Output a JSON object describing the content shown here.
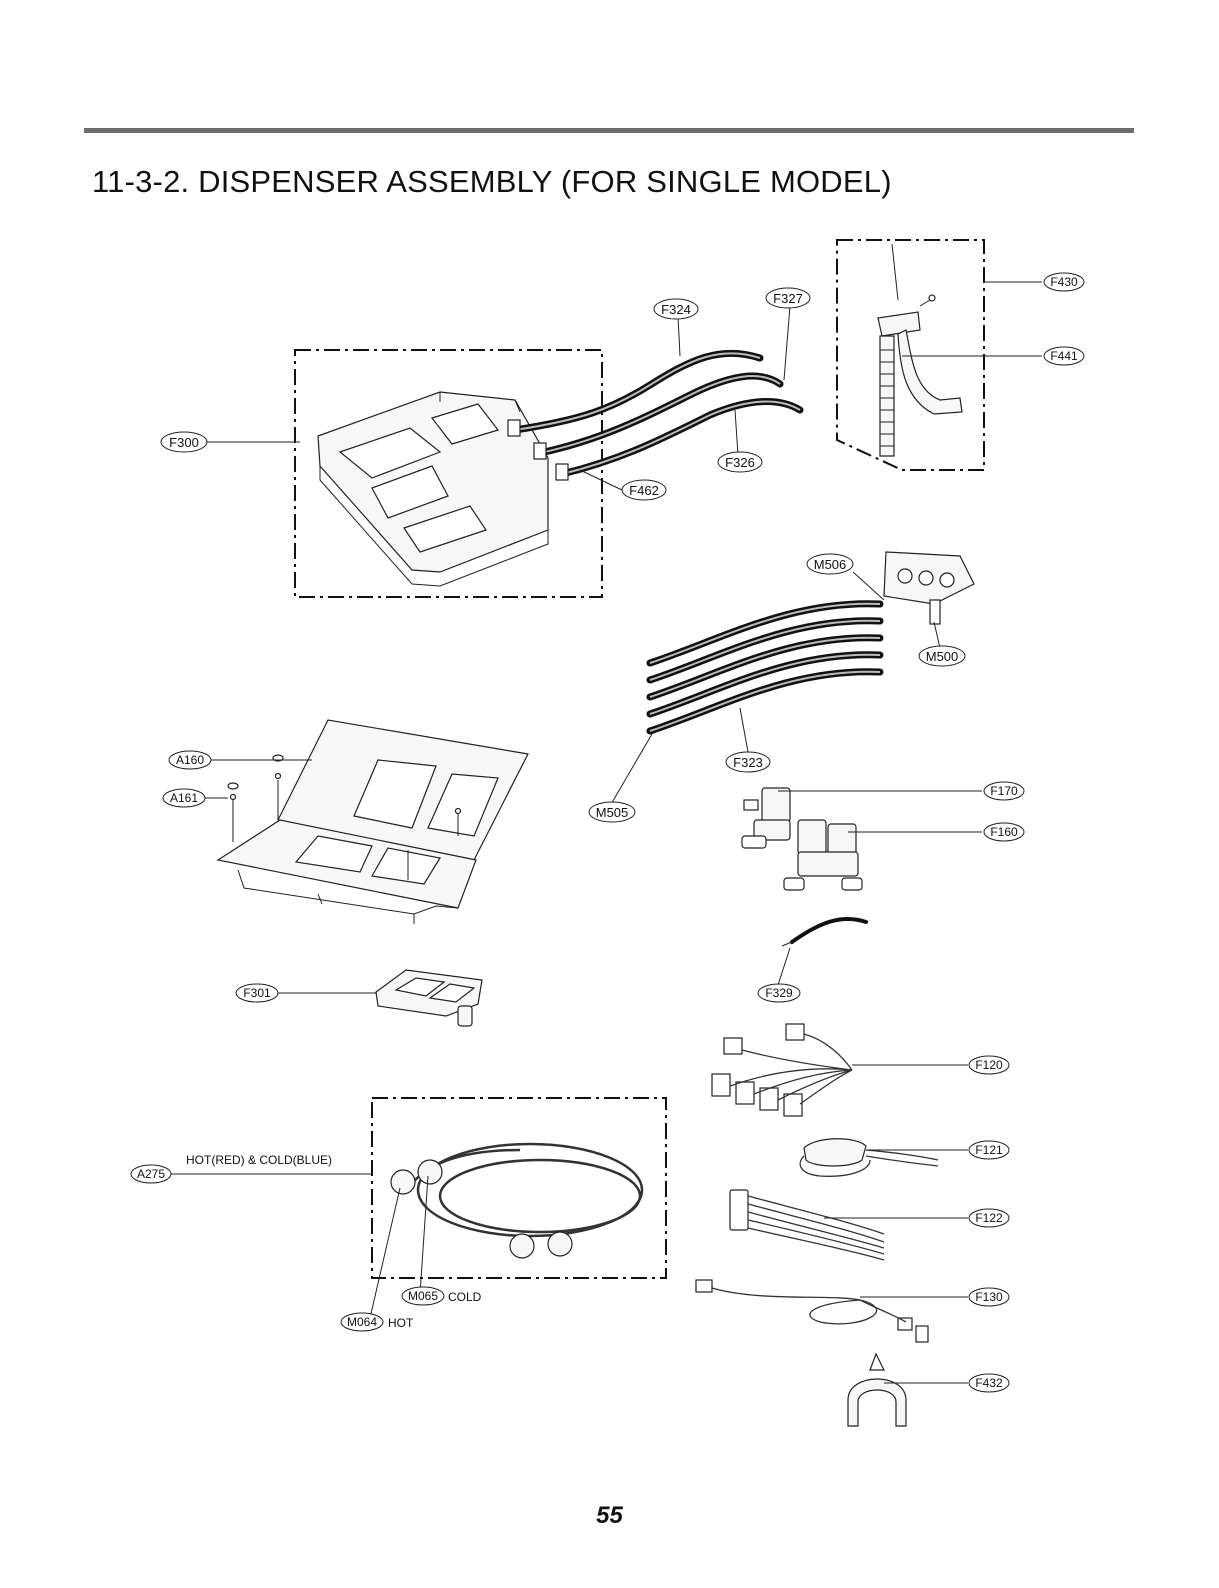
{
  "title": "11-3-2. DISPENSER ASSEMBLY (FOR SINGLE MODEL)",
  "page_number": "55",
  "labels": {
    "F430": "F430",
    "F441": "F441",
    "F324": "F324",
    "F327": "F327",
    "F300": "F300",
    "F326": "F326",
    "F462": "F462",
    "M506": "M506",
    "M500": "M500",
    "A160": "A160",
    "A161": "A161",
    "F323": "F323",
    "M505": "M505",
    "F170": "F170",
    "F160": "F160",
    "F301": "F301",
    "F329": "F329",
    "F120": "F120",
    "F121": "F121",
    "A275": "A275",
    "F122": "F122",
    "M065": "M065",
    "F130": "F130",
    "M064": "M064",
    "F432": "F432"
  },
  "notes": {
    "hose_colors": "HOT(RED) & COLD(BLUE)",
    "cold": "COLD",
    "hot": "HOT"
  },
  "colors": {
    "rule": "#6e6e6e",
    "ink": "#111111"
  }
}
